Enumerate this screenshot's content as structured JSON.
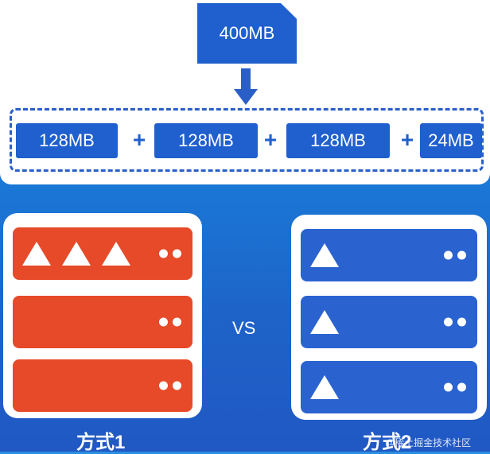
{
  "file": {
    "label": "400MB"
  },
  "blocks": [
    "128MB",
    "128MB",
    "128MB",
    "24MB"
  ],
  "plus_symbol": "+",
  "comparison": {
    "vs_label": "VS",
    "left": {
      "caption": "方式1",
      "color": "#e64a28",
      "rack_triangles": [
        3,
        0,
        0
      ]
    },
    "right": {
      "caption": "方式2",
      "color": "#2a63d0",
      "rack_triangles": [
        1,
        1,
        1
      ]
    }
  },
  "colors": {
    "primary_blue": "#1f5fce",
    "dashed_border": "#2a5fc8"
  },
  "watermark": "@稀土掘金技术社区"
}
